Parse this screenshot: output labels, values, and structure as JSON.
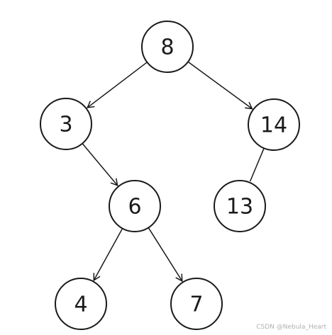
{
  "tree": {
    "nodes": [
      {
        "id": "n8",
        "label": "8"
      },
      {
        "id": "n3",
        "label": "3"
      },
      {
        "id": "n14",
        "label": "14"
      },
      {
        "id": "n6",
        "label": "6"
      },
      {
        "id": "n13",
        "label": "13"
      },
      {
        "id": "n4",
        "label": "4"
      },
      {
        "id": "n7",
        "label": "7"
      }
    ],
    "edges": [
      {
        "from": "n8",
        "to": "n3",
        "arrow": true
      },
      {
        "from": "n8",
        "to": "n14",
        "arrow": true
      },
      {
        "from": "n3",
        "to": "n6",
        "arrow": true
      },
      {
        "from": "n14",
        "to": "n13",
        "arrow": false
      },
      {
        "from": "n6",
        "to": "n4",
        "arrow": true
      },
      {
        "from": "n6",
        "to": "n7",
        "arrow": true
      }
    ]
  },
  "watermark": "CSDN @Nebula_Heart",
  "colors": {
    "stroke": "#1a1a1a",
    "background": "#ffffff",
    "watermark": "#b0b0b0"
  }
}
